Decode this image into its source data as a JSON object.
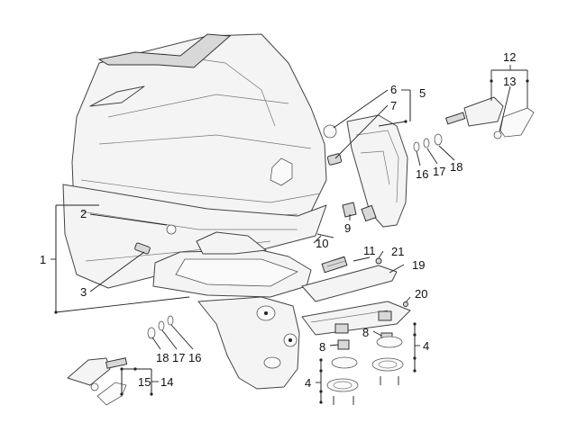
{
  "diagram": {
    "callouts": {
      "c1": "1",
      "c2": "2",
      "c3": "3",
      "c4a": "4",
      "c4b": "4",
      "c5": "5",
      "c6": "6",
      "c7": "7",
      "c8a": "8",
      "c8b": "8",
      "c9": "9",
      "c10": "10",
      "c11": "11",
      "c12": "12",
      "c13": "13",
      "c14": "14",
      "c15": "15",
      "c16a": "16",
      "c16b": "16",
      "c17a": "17",
      "c17b": "17",
      "c18a": "18",
      "c18b": "18",
      "c19": "19",
      "c20": "20",
      "c21": "21"
    }
  }
}
